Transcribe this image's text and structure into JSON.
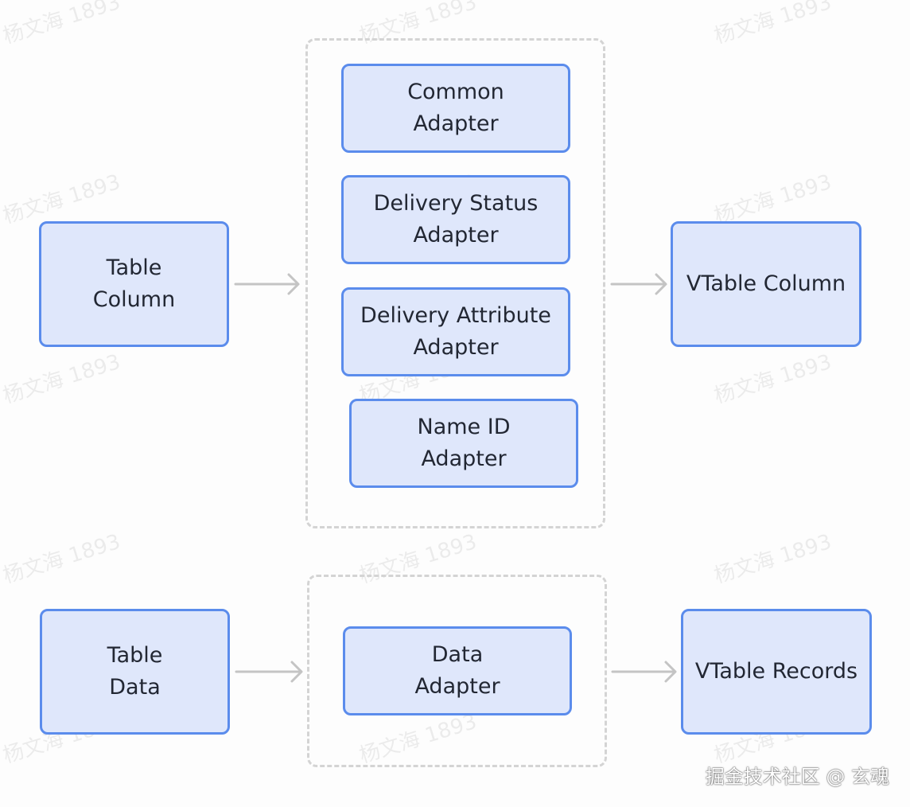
{
  "watermark": {
    "text": "杨文海 1893"
  },
  "diagram": {
    "table_column": {
      "line1": "Table",
      "line2": "Column"
    },
    "common_adapter": {
      "line1": "Common",
      "line2": "Adapter"
    },
    "delivery_status_adapter": {
      "line1": "Delivery Status",
      "line2": "Adapter"
    },
    "delivery_attribute_adapter": {
      "line1": "Delivery Attribute",
      "line2": "Adapter"
    },
    "name_id_adapter": {
      "line1": "Name ID",
      "line2": "Adapter"
    },
    "vtable_column": {
      "line1": "VTable Column"
    },
    "table_data": {
      "line1": "Table",
      "line2": "Data"
    },
    "data_adapter": {
      "line1": "Data",
      "line2": "Adapter"
    },
    "vtable_records": {
      "line1": "VTable Records"
    }
  },
  "footer": {
    "credit": "掘金技术社区 @ 玄魂"
  },
  "colors": {
    "node_fill": "#dfe7fb",
    "node_border": "#5b8cec",
    "arrow": "#c4c4c4",
    "group_border": "#d4d4d4"
  }
}
